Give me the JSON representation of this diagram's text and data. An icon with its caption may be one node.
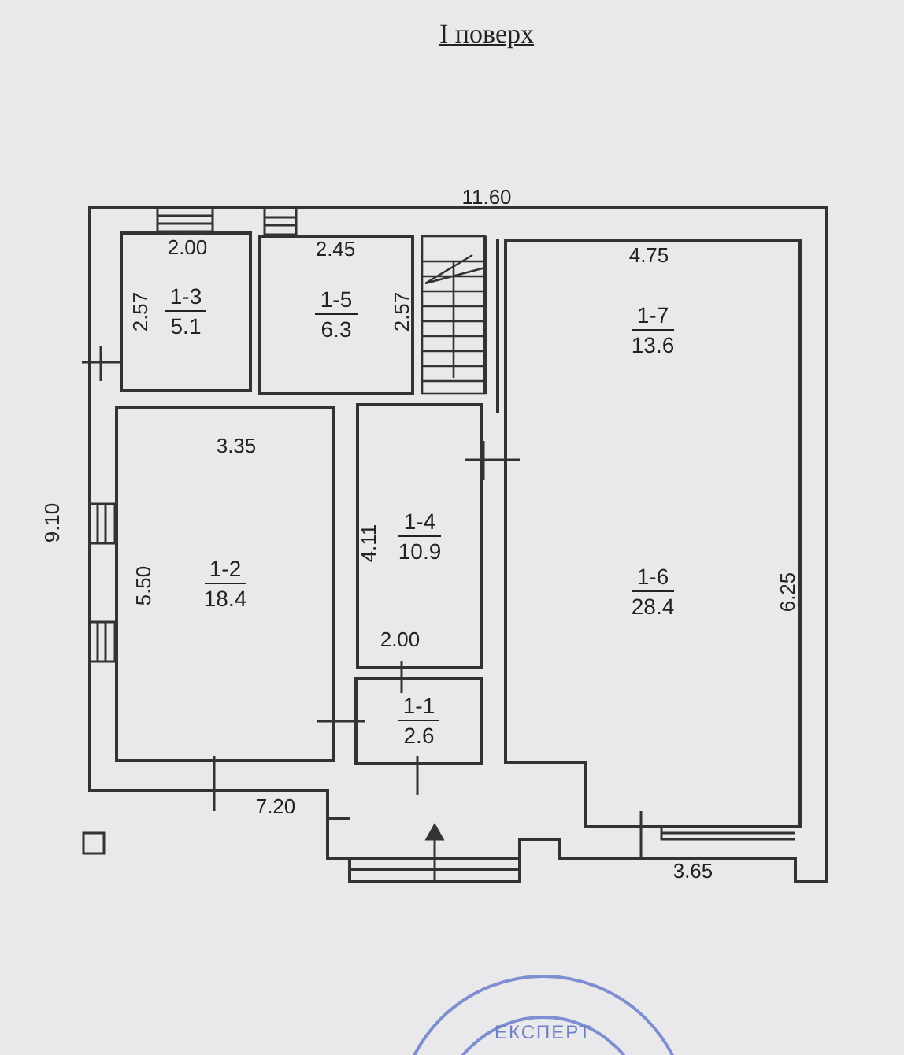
{
  "diagram": {
    "title": "I поверх",
    "nodes": [
      {
        "text": [
          "1-3",
          "5.1"
        ]
      },
      {
        "text": [
          "1-5",
          "6.3"
        ]
      },
      {
        "text": [
          "1-7",
          "13.6"
        ]
      },
      {
        "text": [
          "1-2",
          "18.4"
        ]
      },
      {
        "text": [
          "1-4",
          "10.9"
        ]
      },
      {
        "text": [
          "1-6",
          "28.4"
        ]
      },
      {
        "text": [
          "1-1",
          "2.6"
        ]
      }
    ],
    "labels": [
      "11.60",
      "2.00",
      "2.45",
      "4.75",
      "2.57",
      "2.57",
      "3.35",
      "9.10",
      "5.50",
      "4.11",
      "6.25",
      "2.00",
      "7.20",
      "3.65",
      "ЕКСПЕРТ"
    ]
  }
}
